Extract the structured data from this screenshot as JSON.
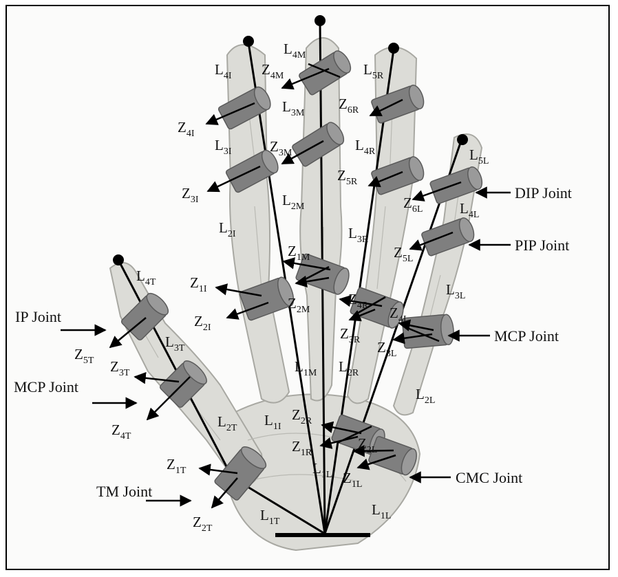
{
  "diagram": {
    "joint_labels": {
      "dip": "DIP Joint",
      "pip": "PIP Joint",
      "mcp_right": "MCP Joint",
      "cmc": "CMC Joint",
      "ip": "IP Joint",
      "mcp_left": "MCP Joint",
      "tm": "TM Joint"
    },
    "labels": [
      {
        "id": "L4M",
        "base": "L",
        "sub": "4M"
      },
      {
        "id": "Z4M",
        "base": "Z",
        "sub": "4M"
      },
      {
        "id": "L3M",
        "base": "L",
        "sub": "3M"
      },
      {
        "id": "Z3M",
        "base": "Z",
        "sub": "3M"
      },
      {
        "id": "L2M",
        "base": "L",
        "sub": "2M"
      },
      {
        "id": "Z1M",
        "base": "Z",
        "sub": "1M"
      },
      {
        "id": "Z2M",
        "base": "Z",
        "sub": "2M"
      },
      {
        "id": "L1M",
        "base": "L",
        "sub": "1M"
      },
      {
        "id": "L4I",
        "base": "L",
        "sub": "4I"
      },
      {
        "id": "Z4I",
        "base": "Z",
        "sub": "4I"
      },
      {
        "id": "L3I",
        "base": "L",
        "sub": "3I"
      },
      {
        "id": "Z3I",
        "base": "Z",
        "sub": "3I"
      },
      {
        "id": "L2I",
        "base": "L",
        "sub": "2I"
      },
      {
        "id": "Z1I",
        "base": "Z",
        "sub": "1I"
      },
      {
        "id": "Z2I",
        "base": "Z",
        "sub": "2I"
      },
      {
        "id": "L1I",
        "base": "L",
        "sub": "1I"
      },
      {
        "id": "L5R",
        "base": "L",
        "sub": "5R"
      },
      {
        "id": "Z6R",
        "base": "Z",
        "sub": "6R"
      },
      {
        "id": "L4R",
        "base": "L",
        "sub": "4R"
      },
      {
        "id": "Z5R",
        "base": "Z",
        "sub": "5R"
      },
      {
        "id": "L3R",
        "base": "L",
        "sub": "3R"
      },
      {
        "id": "Z4R",
        "base": "Z",
        "sub": "4R"
      },
      {
        "id": "Z3R",
        "base": "Z",
        "sub": "3R"
      },
      {
        "id": "L2R",
        "base": "L",
        "sub": "2R"
      },
      {
        "id": "Z2R",
        "base": "Z",
        "sub": "2R"
      },
      {
        "id": "Z1R",
        "base": "Z",
        "sub": "1R"
      },
      {
        "id": "L5L",
        "base": "L",
        "sub": "5L"
      },
      {
        "id": "Z6L",
        "base": "Z",
        "sub": "6L"
      },
      {
        "id": "L4L",
        "base": "L",
        "sub": "4L"
      },
      {
        "id": "Z5L",
        "base": "Z",
        "sub": "5L"
      },
      {
        "id": "L3L",
        "base": "L",
        "sub": "3L"
      },
      {
        "id": "Z4L",
        "base": "Z",
        "sub": "4L"
      },
      {
        "id": "Z3L",
        "base": "Z",
        "sub": "3L"
      },
      {
        "id": "L2L",
        "base": "L",
        "sub": "2L"
      },
      {
        "id": "Z2L",
        "base": "Z",
        "sub": "2L"
      },
      {
        "id": "L1L_inner",
        "base": "L",
        "sub": "1L"
      },
      {
        "id": "Z1L",
        "base": "Z",
        "sub": "1L"
      },
      {
        "id": "L1L",
        "base": "L",
        "sub": "1L"
      },
      {
        "id": "L4T",
        "base": "L",
        "sub": "4T"
      },
      {
        "id": "Z5T",
        "base": "Z",
        "sub": "5T"
      },
      {
        "id": "L3T",
        "base": "L",
        "sub": "3T"
      },
      {
        "id": "Z3T",
        "base": "Z",
        "sub": "3T"
      },
      {
        "id": "Z4T",
        "base": "Z",
        "sub": "4T"
      },
      {
        "id": "L2T",
        "base": "L",
        "sub": "2T"
      },
      {
        "id": "Z1T",
        "base": "Z",
        "sub": "1T"
      },
      {
        "id": "Z2T",
        "base": "Z",
        "sub": "2T"
      },
      {
        "id": "L1T",
        "base": "L",
        "sub": "1T"
      }
    ],
    "colors": {
      "bone": "#d9d9d4",
      "bone_edge": "#a9a9a4",
      "cylinder": "#7d7d7d",
      "cylinder_cap": "#9a9a9a",
      "line": "#000000"
    }
  }
}
